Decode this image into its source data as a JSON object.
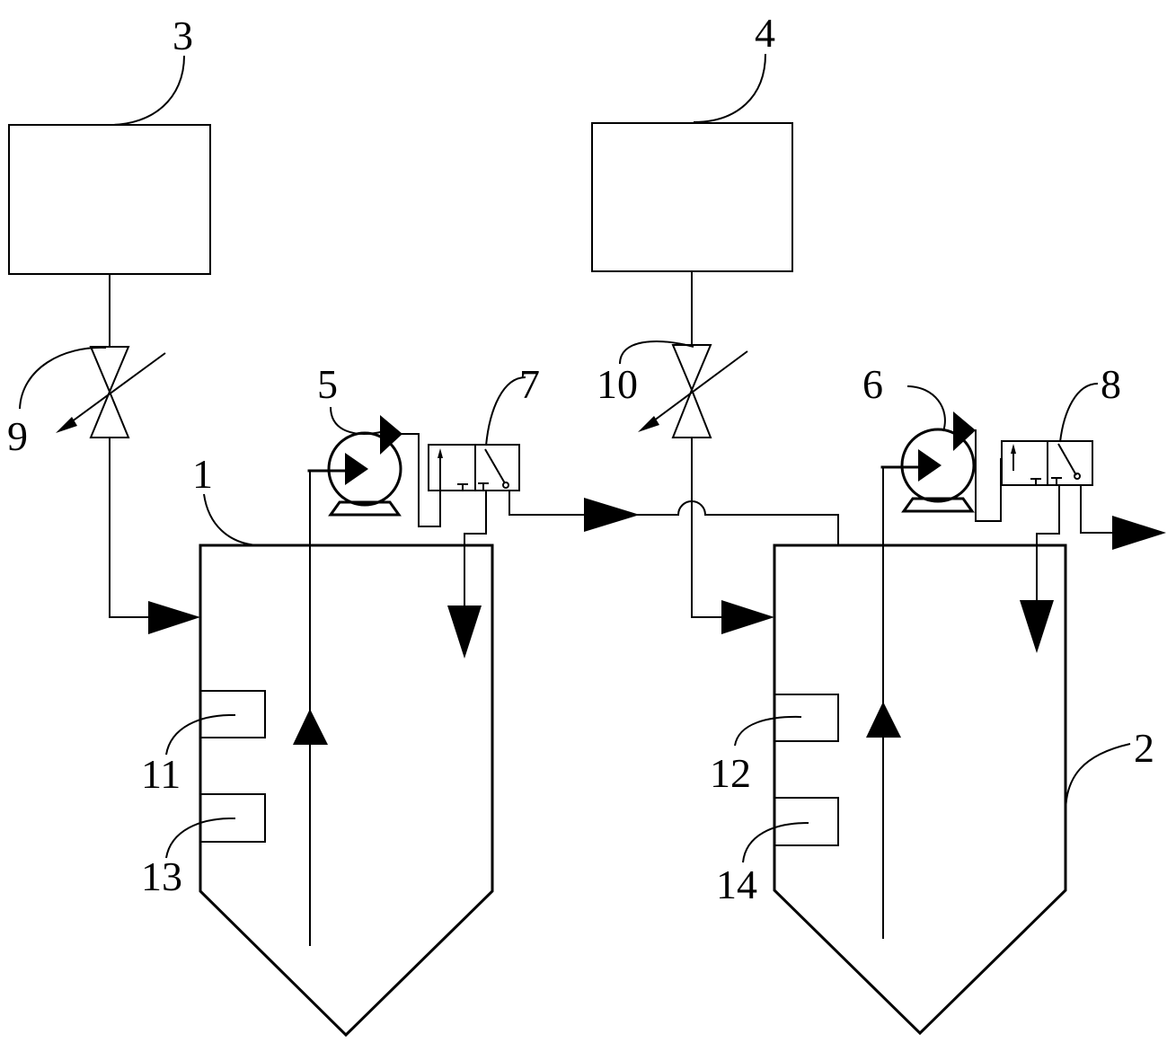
{
  "labels": {
    "tank1": "1",
    "tank2": "2",
    "box3": "3",
    "box4": "4",
    "pump5": "5",
    "pump6": "6",
    "valve7": "7",
    "valve8": "8",
    "valve9": "9",
    "valve10": "10",
    "part11": "11",
    "part12": "12",
    "part13": "13",
    "part14": "14"
  }
}
